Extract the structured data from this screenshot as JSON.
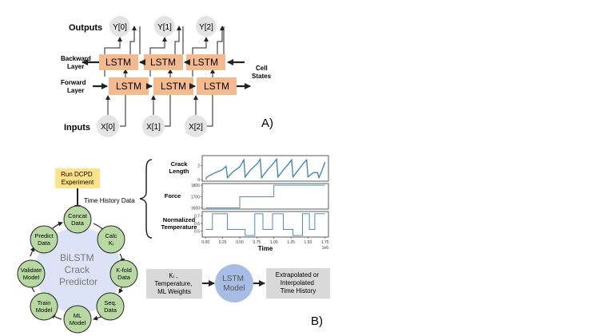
{
  "panel_a": {
    "label": "A)",
    "row_labels": {
      "outputs": "Outputs",
      "backward": [
        "Backward",
        "Layer"
      ],
      "forward": [
        "Forward",
        "Layer"
      ],
      "inputs": "Inputs",
      "cell_states": [
        "Cell",
        "States"
      ]
    },
    "outputs": [
      "Y[0]",
      "Y[1]",
      "Y[2]"
    ],
    "inputs": [
      "X[0]",
      "X[1]",
      "X[2]"
    ],
    "cell_label": "LSTM"
  },
  "panel_b": {
    "label": "B)",
    "experiment": [
      "Run DCPD",
      "Experiment"
    ],
    "time_history": "Time History Data",
    "center": [
      "BiLSTM",
      "Crack",
      "Predictor"
    ],
    "cycle": [
      [
        "Concat",
        "Data"
      ],
      [
        "Calc",
        "Kᵢ"
      ],
      [
        "K-fold",
        "Data"
      ],
      [
        "Seq.",
        "Data"
      ],
      [
        "ML",
        "Model"
      ],
      [
        "Train",
        "Model"
      ],
      [
        "Validate",
        "Model"
      ],
      [
        "Predict",
        "Data"
      ]
    ],
    "flow": {
      "input": [
        "Kᵢ ,",
        "Temperature,",
        "ML Weights"
      ],
      "model": [
        "LSTM",
        "Model"
      ],
      "output": [
        "Extrapolated or",
        "Interpolated",
        "Time History"
      ]
    },
    "colors": {
      "lstm": "#f5b98e",
      "cycle_node": "#b9d9a3",
      "center": "#dde3f6",
      "experiment": "#ffe28a",
      "model_circle": "#a7bde6",
      "gray_box": "#d9d9d9",
      "line": "#3a7fb5"
    }
  },
  "chart_data": [
    {
      "type": "line",
      "title": "",
      "ylabel": "Crack Length",
      "xlabel": "",
      "yticks": [
        "0",
        "2"
      ],
      "ylim": [
        -0.2,
        3.4
      ],
      "xlim": [
        -0.05,
        1.8
      ],
      "series": [
        {
          "points": [
            [
              0,
              0.05
            ],
            [
              0.02,
              0.4
            ],
            [
              0.12,
              0.9
            ],
            [
              0.24,
              1.4
            ],
            [
              0.3,
              1.9
            ],
            [
              0.32,
              0.3
            ],
            [
              0.4,
              1.1
            ],
            [
              0.5,
              1.8
            ],
            [
              0.56,
              2.8
            ],
            [
              0.58,
              0.4
            ],
            [
              0.66,
              1.4
            ],
            [
              0.76,
              2.3
            ],
            [
              0.8,
              2.9
            ],
            [
              0.82,
              0.3
            ],
            [
              0.9,
              1.3
            ],
            [
              1.0,
              2.4
            ],
            [
              1.04,
              2.9
            ],
            [
              1.06,
              0.4
            ],
            [
              1.14,
              1.4
            ],
            [
              1.22,
              2.3
            ],
            [
              1.26,
              2.8
            ],
            [
              1.28,
              0.4
            ],
            [
              1.36,
              1.4
            ],
            [
              1.44,
              2.4
            ],
            [
              1.48,
              2.8
            ],
            [
              1.5,
              0.4
            ],
            [
              1.58,
              1.0
            ],
            [
              1.64,
              1.0
            ],
            [
              1.66,
              0.3
            ],
            [
              1.7,
              1.2
            ],
            [
              1.75,
              2.5
            ]
          ]
        }
      ]
    },
    {
      "type": "line",
      "title": "",
      "ylabel": "Force",
      "xlabel": "",
      "yticks": [
        "1600",
        "1700",
        "1800"
      ],
      "ylim": [
        1590,
        1815
      ],
      "xlim": [
        -0.05,
        1.8
      ],
      "series": [
        {
          "points": [
            [
              0,
              1600
            ],
            [
              0.5,
              1600
            ],
            [
              0.5,
              1700
            ],
            [
              1.0,
              1700
            ],
            [
              1.0,
              1800
            ],
            [
              1.75,
              1800
            ]
          ]
        }
      ]
    },
    {
      "type": "line",
      "title": "",
      "ylabel": "Normalized Temperature",
      "xlabel": "Time",
      "x_offset_label": "1e6",
      "yticks": [
        "0.5",
        "0.6",
        "0.7"
      ],
      "xticks": [
        "0.00",
        "0.25",
        "0.50",
        "0.75",
        "1.00",
        "1.25",
        "1.50",
        "1.75"
      ],
      "xtick_values": [
        0,
        0.25,
        0.5,
        0.75,
        1.0,
        1.25,
        1.5,
        1.75
      ],
      "ylim": [
        0.42,
        0.76
      ],
      "xlim": [
        -0.05,
        1.8
      ],
      "series": [
        {
          "points": [
            [
              0,
              0.52
            ],
            [
              0.1,
              0.52
            ],
            [
              0.1,
              0.73
            ],
            [
              0.32,
              0.73
            ],
            [
              0.32,
              0.52
            ],
            [
              0.58,
              0.52
            ],
            [
              0.58,
              0.44
            ],
            [
              0.72,
              0.44
            ],
            [
              0.72,
              0.73
            ],
            [
              0.84,
              0.73
            ],
            [
              0.84,
              0.52
            ],
            [
              0.98,
              0.52
            ],
            [
              0.98,
              0.73
            ],
            [
              1.14,
              0.73
            ],
            [
              1.14,
              0.52
            ],
            [
              1.28,
              0.52
            ],
            [
              1.28,
              0.44
            ],
            [
              1.42,
              0.44
            ],
            [
              1.42,
              0.73
            ],
            [
              1.52,
              0.73
            ],
            [
              1.52,
              0.52
            ],
            [
              1.6,
              0.52
            ],
            [
              1.6,
              0.73
            ],
            [
              1.75,
              0.73
            ]
          ]
        }
      ]
    }
  ]
}
